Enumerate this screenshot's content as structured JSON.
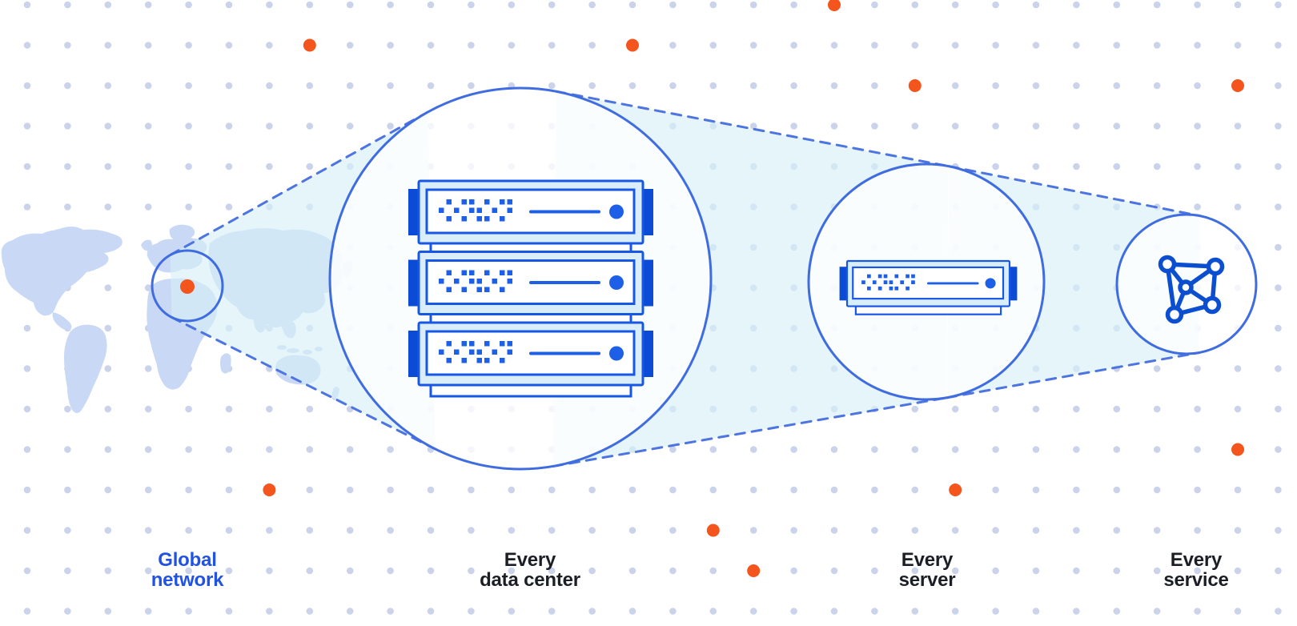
{
  "stages": [
    {
      "id": "global-network",
      "icon": "world-map-marker-icon",
      "label_lines": [
        "Global",
        "network"
      ],
      "emphasis": true
    },
    {
      "id": "every-data-center",
      "icon": "server-stack-icon",
      "label_lines": [
        "Every",
        "data center"
      ],
      "server_units": 3,
      "emphasis": false
    },
    {
      "id": "every-server",
      "icon": "server-icon",
      "label_lines": [
        "Every",
        "server"
      ],
      "server_units": 1,
      "emphasis": false
    },
    {
      "id": "every-service",
      "icon": "network-graph-icon",
      "label_lines": [
        "Every",
        "service"
      ],
      "emphasis": false
    }
  ],
  "background": {
    "pattern": "dot-grid",
    "accent_dots_grid_positions": [
      [
        20,
        0
      ],
      [
        7,
        1
      ],
      [
        15,
        1
      ],
      [
        22,
        2
      ],
      [
        30,
        2
      ],
      [
        30,
        11
      ],
      [
        6,
        12
      ],
      [
        23,
        12
      ],
      [
        17,
        13
      ],
      [
        18,
        14
      ]
    ]
  },
  "colors": {
    "server_outline": "#1657e6",
    "server_dark": "#0b4bd5",
    "server_accent": "#1e5fe8",
    "server_fill": "#d9eef8",
    "icon_blue": "#0b4fd0",
    "circle_stroke": "#3f6ce0",
    "dash": "#4d74e0",
    "cone": "#d7eff7",
    "map": "#c9d8f4",
    "grid_dot": "#c5cee9",
    "orange": "#f4551c",
    "label_dark": "#1c1e26",
    "label_blue": "#2152e3"
  }
}
